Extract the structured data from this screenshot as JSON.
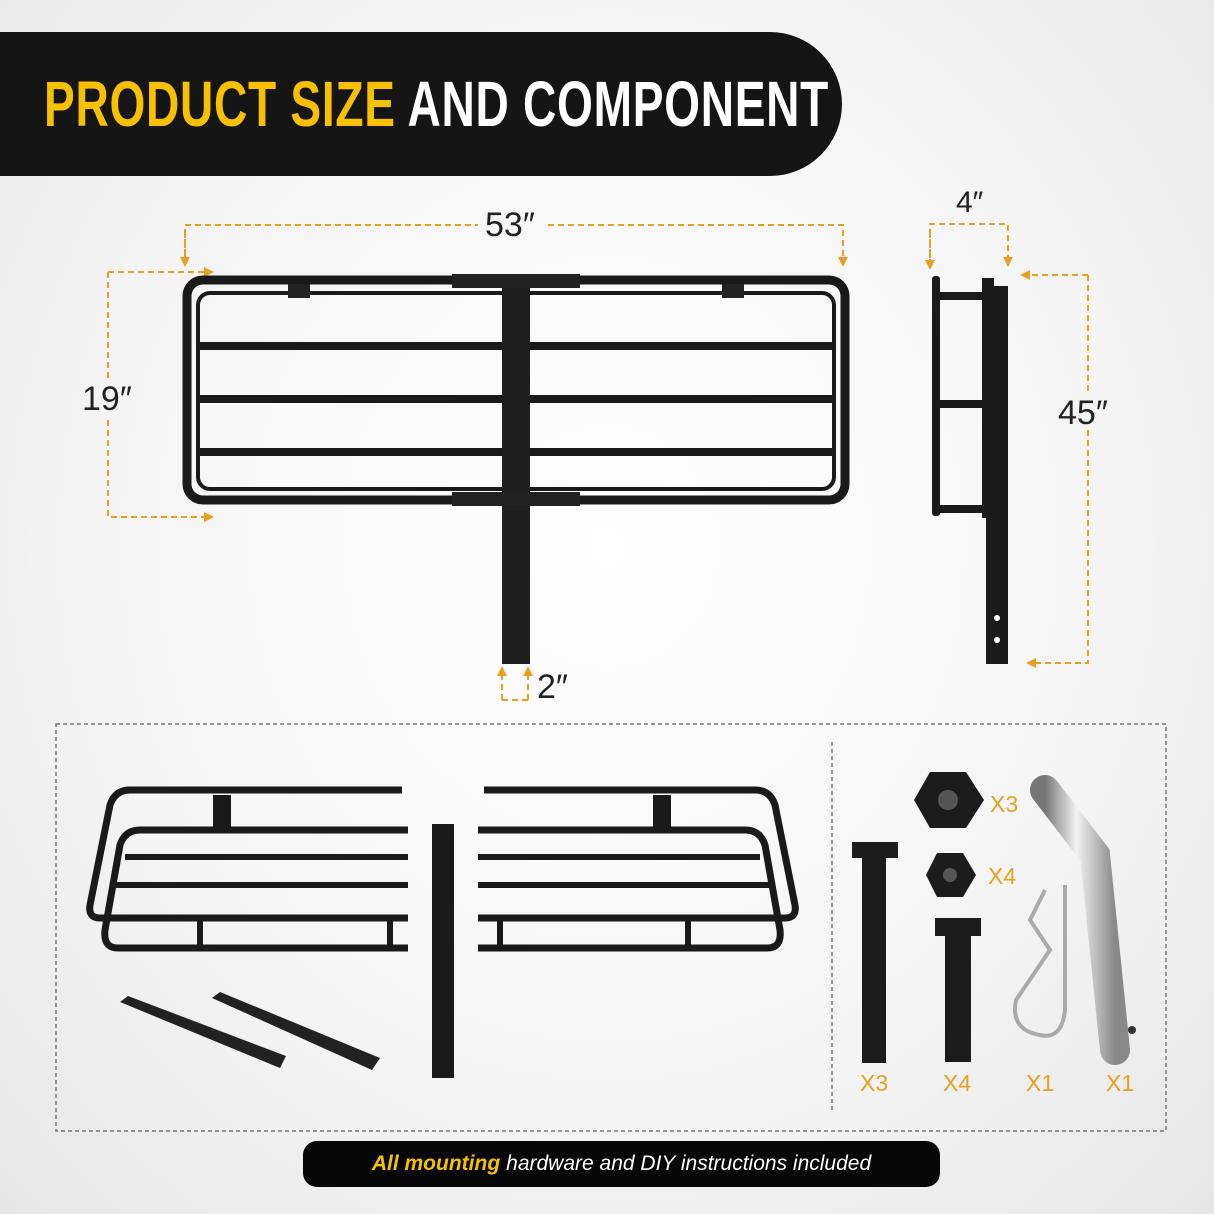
{
  "header": {
    "title_highlight": "PRODUCT SIZE",
    "title_rest": "AND COMPONENT"
  },
  "dimensions": {
    "width": "53″",
    "height": "19″",
    "hitch": "2″",
    "depth": "4″",
    "total_length": "45″"
  },
  "hardware": {
    "large_nut_qty": "X3",
    "small_nut_qty": "X4",
    "long_bolt_qty": "X3",
    "short_bolt_qty": "X4",
    "pin_clip_qty": "X1",
    "hitch_pin_qty": "X1"
  },
  "caption": {
    "highlight": "All mounting",
    "rest": "hardware and DIY instructions included"
  },
  "colors": {
    "accent": "#f7c000",
    "dimension_line": "#e8a020",
    "banner": "#151515"
  }
}
